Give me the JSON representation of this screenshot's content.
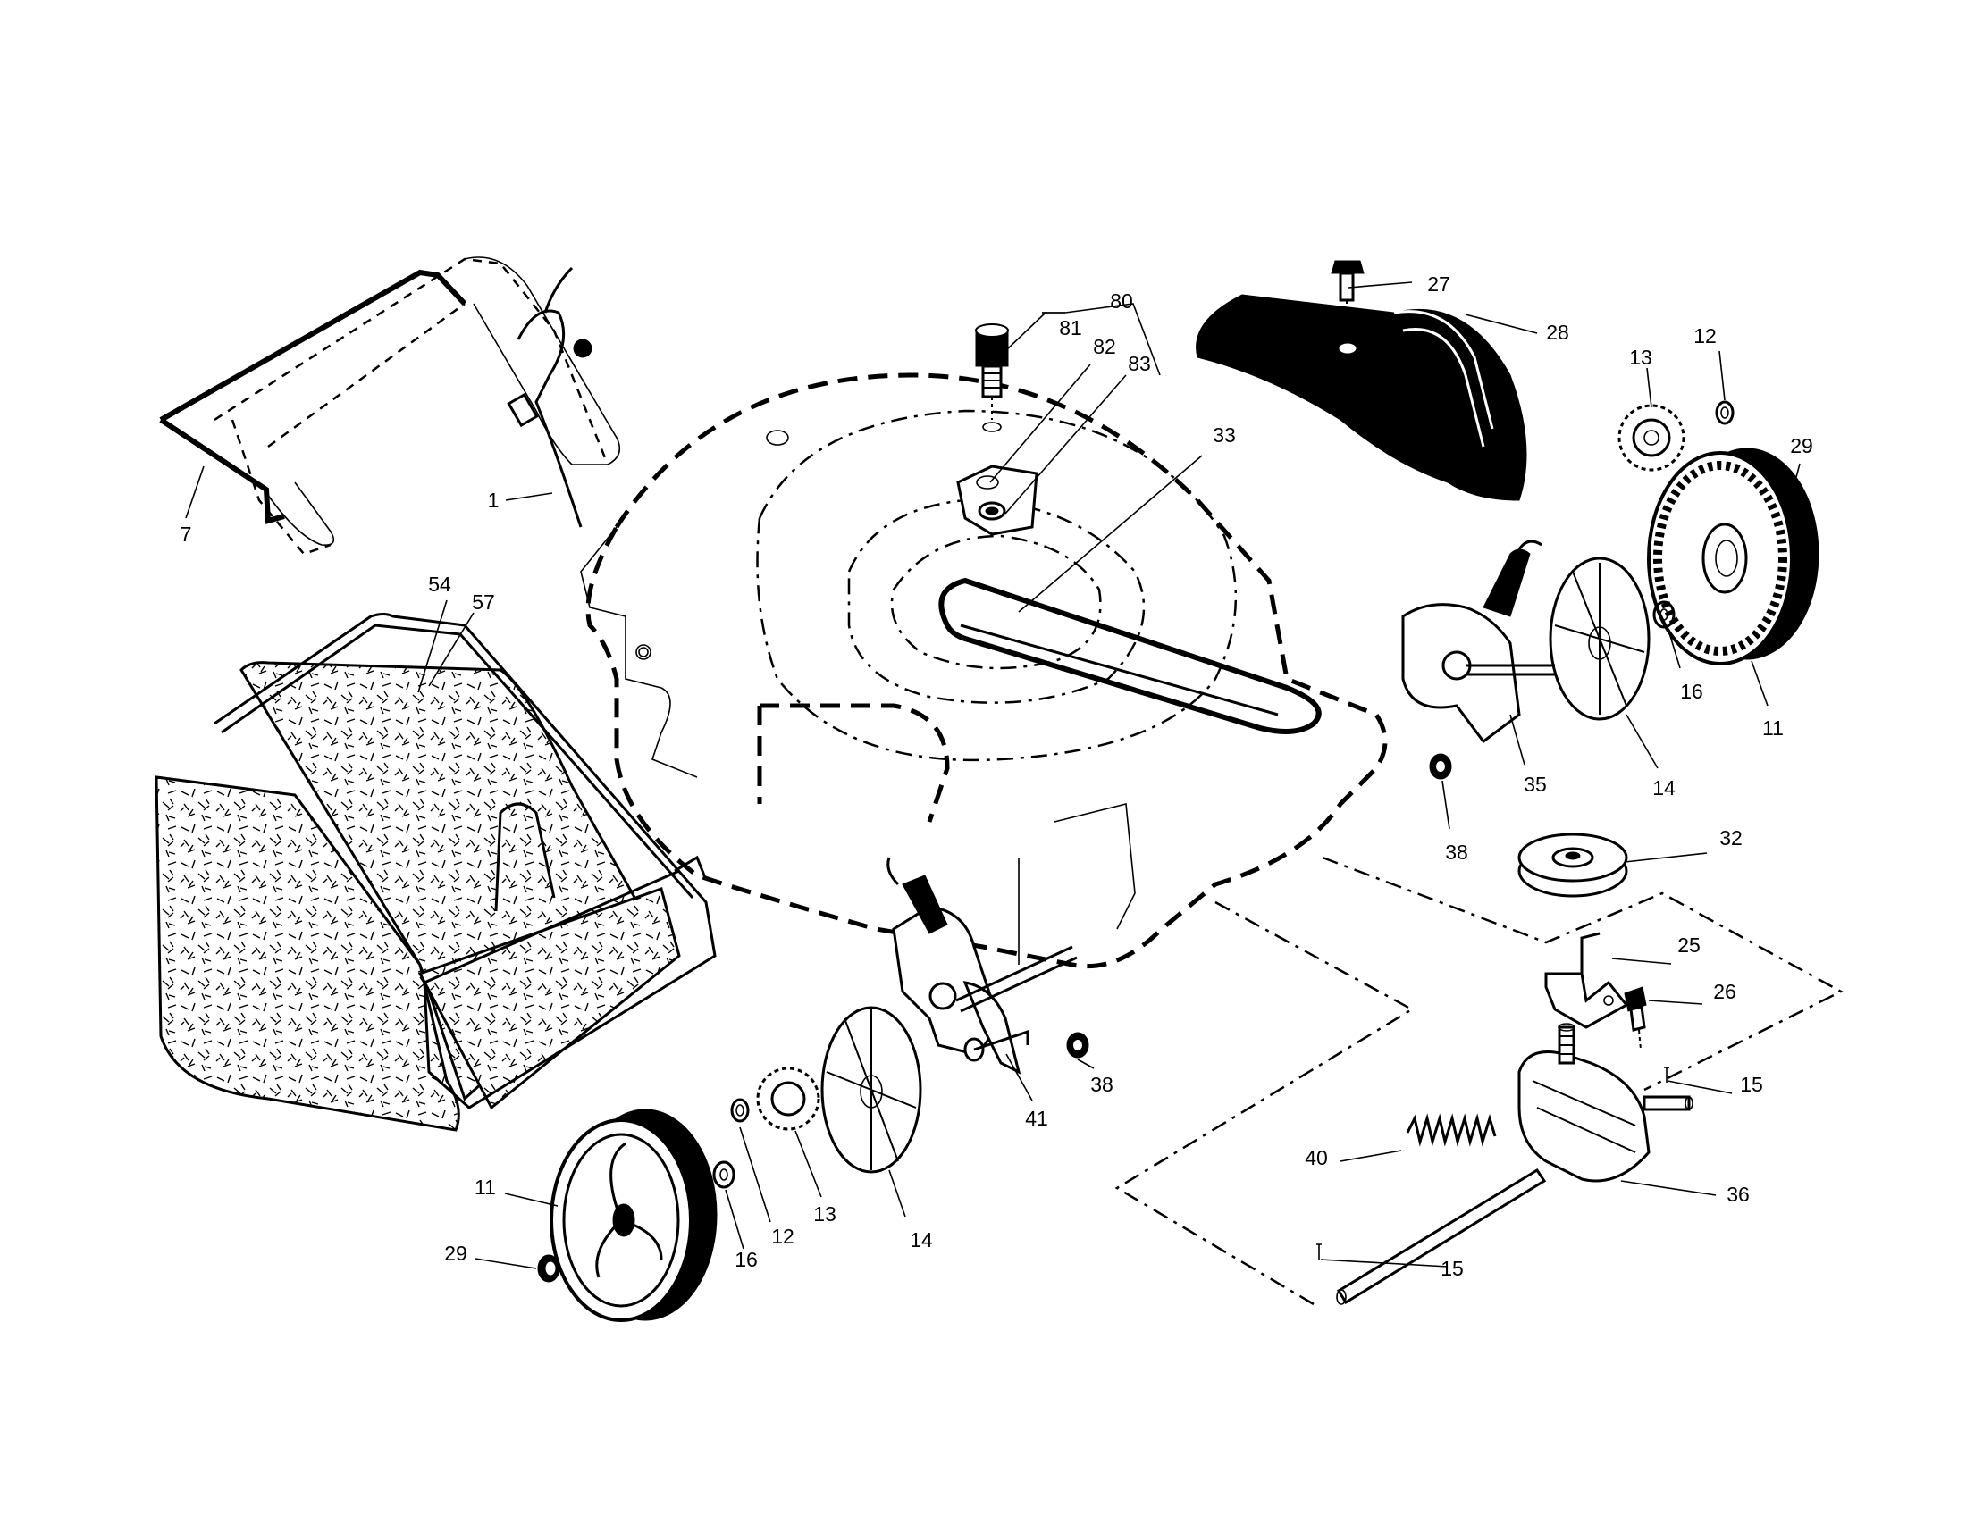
{
  "callouts": [
    {
      "id": "c1",
      "text": "1"
    },
    {
      "id": "c7",
      "text": "7"
    },
    {
      "id": "c80",
      "text": "80"
    },
    {
      "id": "c81",
      "text": "81"
    },
    {
      "id": "c82",
      "text": "82"
    },
    {
      "id": "c83",
      "text": "83"
    },
    {
      "id": "c27",
      "text": "27"
    },
    {
      "id": "c28",
      "text": "28"
    },
    {
      "id": "c33",
      "text": "33"
    },
    {
      "id": "c13a",
      "text": "13"
    },
    {
      "id": "c12a",
      "text": "12"
    },
    {
      "id": "c29a",
      "text": "29"
    },
    {
      "id": "c54",
      "text": "54"
    },
    {
      "id": "c57",
      "text": "57"
    },
    {
      "id": "c16a",
      "text": "16"
    },
    {
      "id": "c11a",
      "text": "11"
    },
    {
      "id": "c35",
      "text": "35"
    },
    {
      "id": "c14a",
      "text": "14"
    },
    {
      "id": "c38a",
      "text": "38"
    },
    {
      "id": "c32",
      "text": "32"
    },
    {
      "id": "c25",
      "text": "25"
    },
    {
      "id": "c26",
      "text": "26"
    },
    {
      "id": "c15a",
      "text": "15"
    },
    {
      "id": "c41",
      "text": "41"
    },
    {
      "id": "c38b",
      "text": "38"
    },
    {
      "id": "c40",
      "text": "40"
    },
    {
      "id": "c36",
      "text": "36"
    },
    {
      "id": "c11b",
      "text": "11"
    },
    {
      "id": "c12b",
      "text": "12"
    },
    {
      "id": "c13b",
      "text": "13"
    },
    {
      "id": "c14b",
      "text": "14"
    },
    {
      "id": "c16b",
      "text": "16"
    },
    {
      "id": "c29b",
      "text": "29"
    },
    {
      "id": "c15b",
      "text": "15"
    }
  ]
}
